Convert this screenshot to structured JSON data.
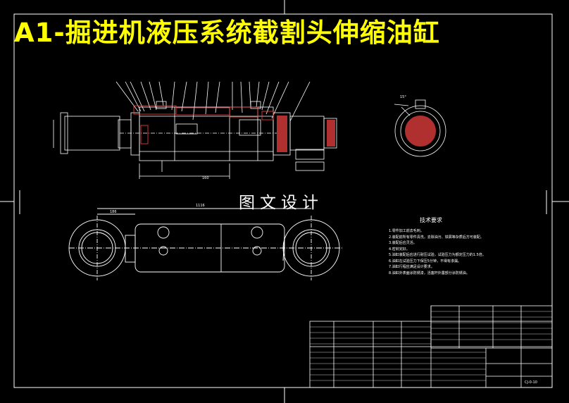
{
  "title": "A1-掘进机液压系统截割头伸缩油缸",
  "watermark": "图文设计",
  "tech_requirements_title": "技术要求",
  "tech_requirements": [
    "1.零件加工前去毛刺。",
    "2.装配前所有零件清洗，去除油污、铁屑等杂质后方可装配。",
    "3.装配后应灵活。",
    "4.密封完好。",
    "5.油缸装配后应进行耐压试验，试验压力为额定压力的1.5倍。",
    "6.油缸在试验压力下保压5分钟，不得有渗漏。",
    "7.油缸行程应满足设计要求。",
    "8.油缸外表面涂防锈漆，活塞杆外露部分涂防锈油。"
  ],
  "dimensions": {
    "stroke": "1116",
    "rod_end": "186",
    "section_height": "160",
    "angle": "15°"
  },
  "title_block": {
    "drawing_code": "CJ-0-10"
  },
  "colors": {
    "background": "#000000",
    "title": "#ffff00",
    "lines": "#ffffff",
    "section": "#ff4040",
    "hatch": "#b03030"
  }
}
